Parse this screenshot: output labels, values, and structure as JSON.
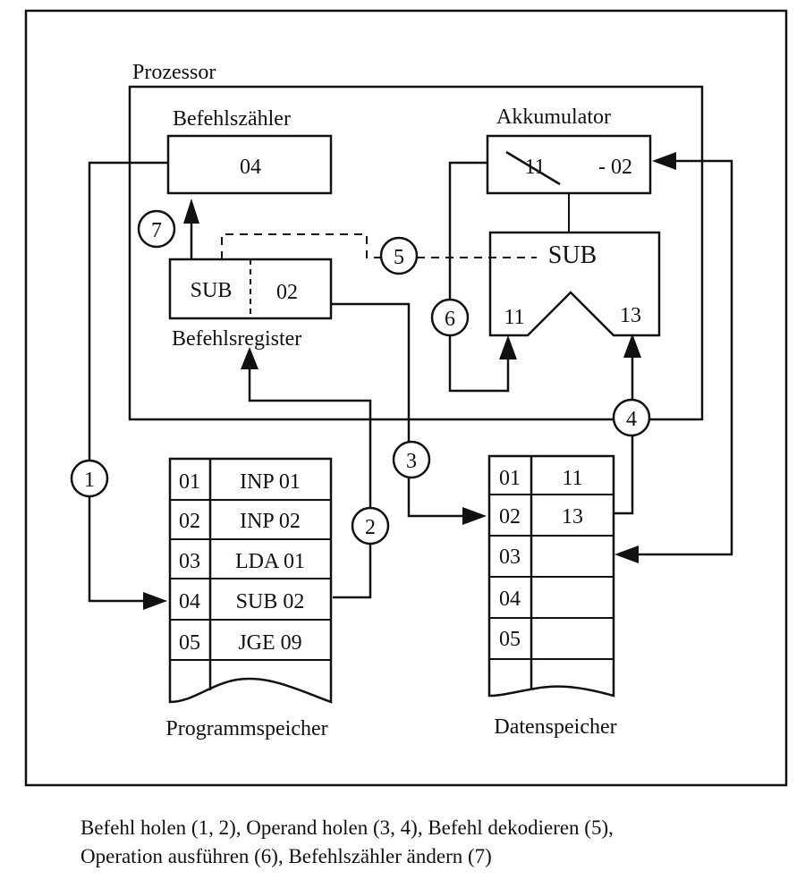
{
  "processor": {
    "label": "Prozessor"
  },
  "befehlszaehler": {
    "label": "Befehlszähler",
    "value": "04"
  },
  "akkumulator": {
    "label": "Akkumulator",
    "old_value": "11",
    "new_value": "- 02"
  },
  "alu": {
    "operation": "SUB",
    "input_left": "11",
    "input_right": "13"
  },
  "befehlsregister": {
    "label": "Befehlsregister",
    "opcode": "SUB",
    "operand": "02"
  },
  "programmspeicher": {
    "label": "Programmspeicher",
    "rows": [
      {
        "addr": "01",
        "instr": "INP 01"
      },
      {
        "addr": "02",
        "instr": "INP 02"
      },
      {
        "addr": "03",
        "instr": "LDA 01"
      },
      {
        "addr": "04",
        "instr": "SUB 02"
      },
      {
        "addr": "05",
        "instr": "JGE 09"
      }
    ]
  },
  "datenspeicher": {
    "label": "Datenspeicher",
    "rows": [
      {
        "addr": "01",
        "value": "11"
      },
      {
        "addr": "02",
        "value": "13"
      },
      {
        "addr": "03",
        "value": ""
      },
      {
        "addr": "04",
        "value": ""
      },
      {
        "addr": "05",
        "value": ""
      }
    ]
  },
  "steps": [
    "1",
    "2",
    "3",
    "4",
    "5",
    "6",
    "7"
  ],
  "caption": {
    "line1": "Befehl holen (1, 2), Operand holen (3, 4), Befehl dekodieren (5),",
    "line2": "Operation ausführen (6), Befehlszähler ändern (7)"
  }
}
